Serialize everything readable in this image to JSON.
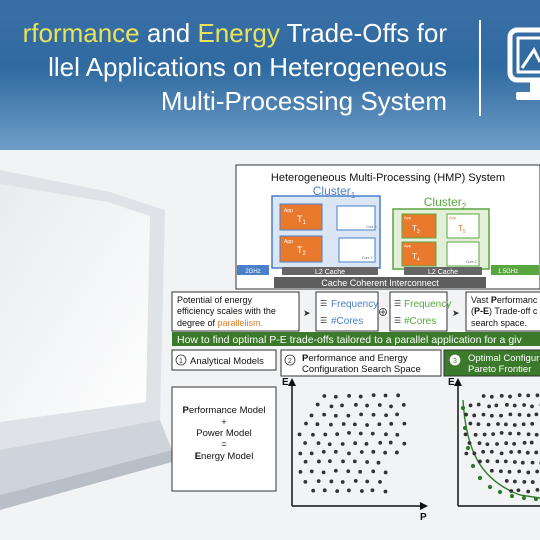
{
  "header": {
    "title_line1_part1": "rformance",
    "title_line1_part2": " and ",
    "title_line1_part3": "Energy",
    "title_line1_part4": " Trade-Offs for",
    "title_line2": "llel Applications on Heterogeneous",
    "title_line3": "Multi-Processing System"
  },
  "hmp": {
    "title": "Heterogeneous Multi-Processing (HMP) System",
    "cluster1": "Cluster",
    "cluster1_sub": "1",
    "cluster2": "Cluster",
    "cluster2_sub": "2",
    "freq1": "2GHz",
    "freq2": "1.5GHz",
    "l2_cache": "L2 Cache",
    "interconnect": "Cache Coherent Interconnect",
    "app": "App",
    "t1": "T",
    "t1_sub": "1",
    "t2": "T",
    "t2_sub": "2",
    "t3": "T",
    "t3_sub": "3",
    "t4": "T",
    "t4_sub": "4",
    "t5": "T",
    "t5_sub": "5",
    "core_x": "Core X",
    "core_y": "Core Y",
    "core_z": "Core Z"
  },
  "row": {
    "potential_line1": "Potential of energy",
    "potential_line2": "efficiency scales with the",
    "potential_line3": "degree of ",
    "potential_hl": "parallelism.",
    "freq_blue": "Frequency",
    "cores_blue": "#Cores",
    "freq_green": "Frequency",
    "cores_green": "#Cores",
    "vast_line1a": "Vast ",
    "vast_line1b": "P",
    "vast_line1c": "erformanc",
    "vast_line2a": "(",
    "vast_line2b": "P-E",
    "vast_line2c": ") Trade-off c",
    "vast_line3": "search space."
  },
  "banner": "How to find optimal P-E trade-offs tailored to a parallel application for a giv",
  "steps": {
    "s1_num": "1",
    "s1_label": "Analytical Models",
    "s2_num": "2",
    "s2_line1a": "P",
    "s2_line1b": "erformance and Energy",
    "s2_line2": "Configuration Search Space",
    "s3_num": "3",
    "s3_line1": "Optimal Configur",
    "s3_line2": "Pareto Frontier"
  },
  "models": {
    "perf_a": "P",
    "perf_b": "erformance Model",
    "plus": "+",
    "power": "Power Model",
    "eq": "=",
    "energy_a": "E",
    "energy_b": "nergy  Model"
  },
  "plot": {
    "y_axis": "E",
    "x_axis": "P"
  },
  "colors": {
    "header_blue": "#3a6fa6",
    "highlight_yellow": "#e8e35a",
    "cluster_blue": "#4a7fc9",
    "cluster_green": "#5aa63e",
    "app_orange": "#e8792d",
    "banner_green": "#3a7a2a",
    "parallelism_orange": "#e0802a"
  }
}
